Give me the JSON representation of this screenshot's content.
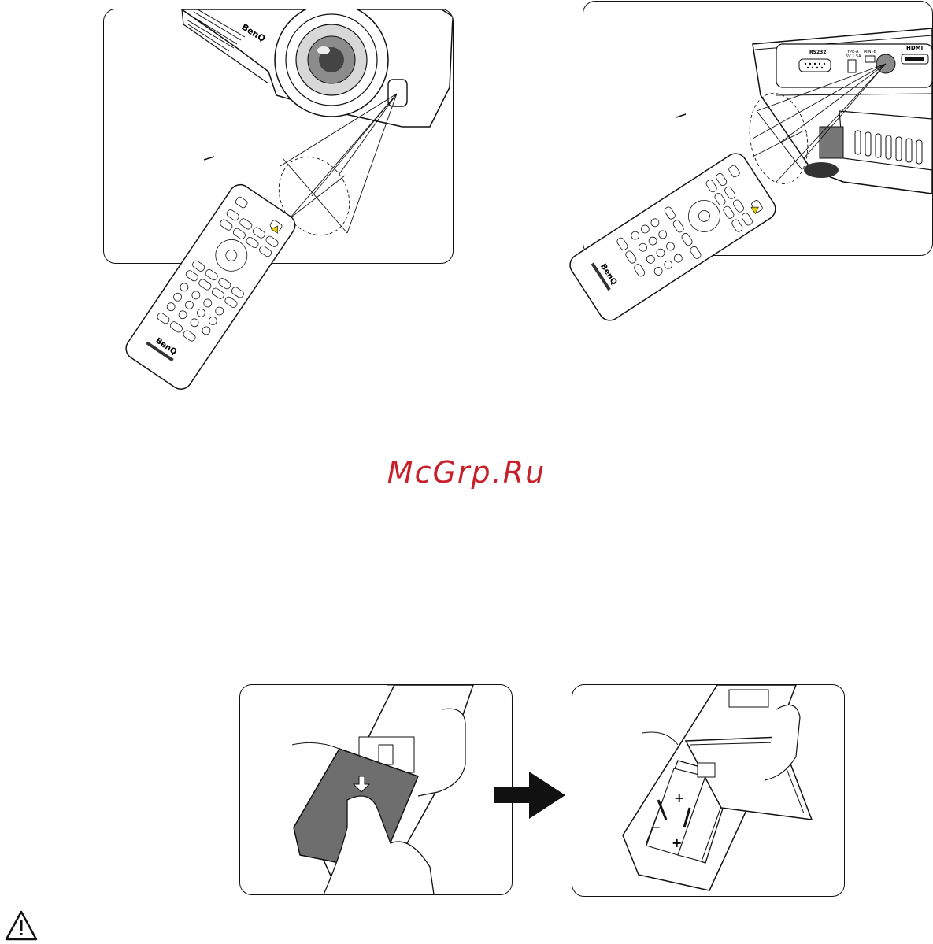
{
  "watermark": {
    "text": "McGrp.Ru",
    "color": "#c8202a"
  },
  "brand": {
    "text": "BenQ"
  },
  "ports": {
    "rs232": "RS232",
    "type_a_1": "TYPE-A",
    "type_a_2": "5V 1.5A",
    "mini_b": "MINI-B",
    "hdmi": "HDMI"
  },
  "battery": {
    "plus": "+",
    "minus": "−"
  },
  "icons": {
    "caution": "caution-triangle-icon",
    "arrow": "right-arrow-icon"
  },
  "colors": {
    "outline": "#111111",
    "cover": "#6e6e6e",
    "arrow": "#111111",
    "ir_dot": "#8a8a8a"
  }
}
